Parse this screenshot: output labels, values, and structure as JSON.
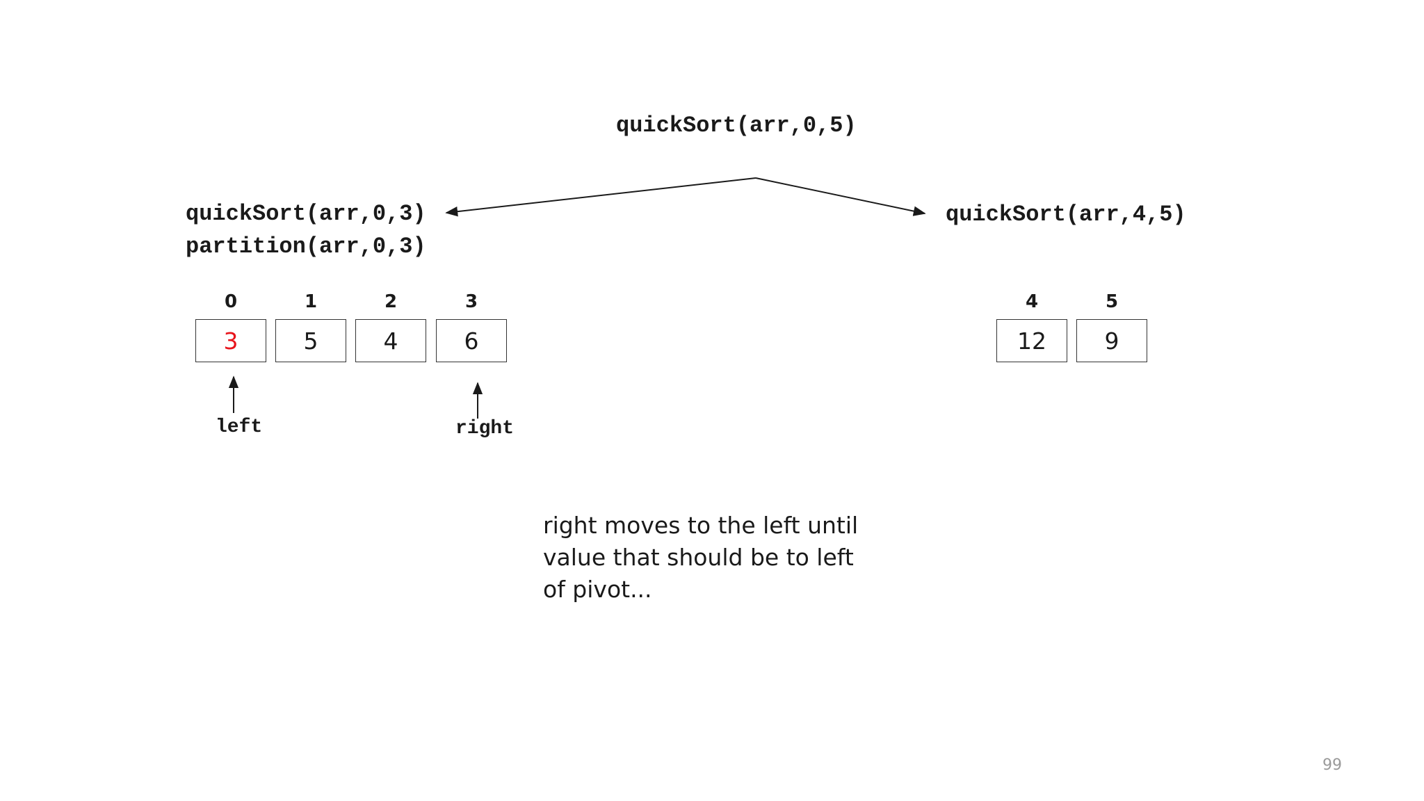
{
  "calls": {
    "root": "quickSort(arr,0,5)",
    "left_call": "quickSort(arr,0,3)",
    "left_partition": "partition(arr,0,3)",
    "right_call": "quickSort(arr,4,5)"
  },
  "left_array": {
    "indices": [
      "0",
      "1",
      "2",
      "3"
    ],
    "values": [
      "3",
      "5",
      "4",
      "6"
    ],
    "pivot_index": 0,
    "pivot_color": "#e8141b"
  },
  "right_array": {
    "indices": [
      "4",
      "5"
    ],
    "values": [
      "12",
      "9"
    ]
  },
  "pointers": {
    "left_label": "left",
    "right_label": "right"
  },
  "note": {
    "lines": [
      "right moves to the left until",
      "value that should be to left",
      "of pivot..."
    ]
  },
  "page_number": "99"
}
